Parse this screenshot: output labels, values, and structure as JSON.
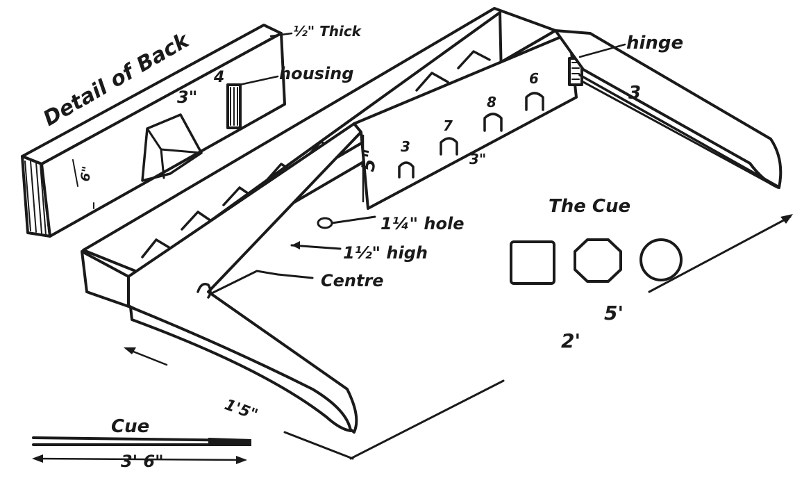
{
  "labels": {
    "detail_of_back": "Detail of Back",
    "thick": "½\" Thick",
    "housing": "housing",
    "hinge": "hinge",
    "back_height": "3\"",
    "back_dim_4": "4",
    "back_end_dim": "6\"",
    "leg_height": "3",
    "rise_5": "5\"",
    "hole_3": "3",
    "hole_7": "7",
    "hole_8": "8",
    "hole_6": "6",
    "spacing_3": "3\"",
    "hole_size": "1¼\" hole",
    "high": "1½\" high",
    "centre": "Centre",
    "the_cue": "The Cue",
    "dim_5_ft": "5'",
    "dim_2_ft": "2'",
    "base_length": "1'5\"",
    "cue": "Cue",
    "cue_length": "3' 6\""
  },
  "colors": {
    "ink": "#1a1a1a",
    "paper": "#ffffff"
  }
}
